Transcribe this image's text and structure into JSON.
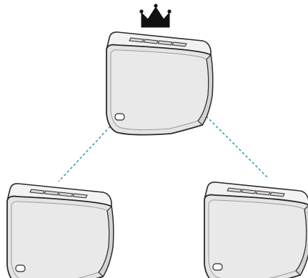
{
  "diagram": {
    "master_marker": "crown-icon",
    "speakers": [
      {
        "role": "master",
        "icon": "speaker-icon"
      },
      {
        "role": "group-member",
        "icon": "speaker-icon"
      },
      {
        "role": "group-member",
        "icon": "speaker-icon"
      }
    ],
    "connections": [
      {
        "from": "master",
        "to": "left-speaker",
        "style": "dashed"
      },
      {
        "from": "master",
        "to": "right-speaker",
        "style": "dashed"
      }
    ],
    "colors": {
      "crown": "#111111",
      "speaker_body": "#e4e4e4",
      "speaker_outline": "#2a2a2a",
      "connection": "#2a8ba3"
    }
  }
}
